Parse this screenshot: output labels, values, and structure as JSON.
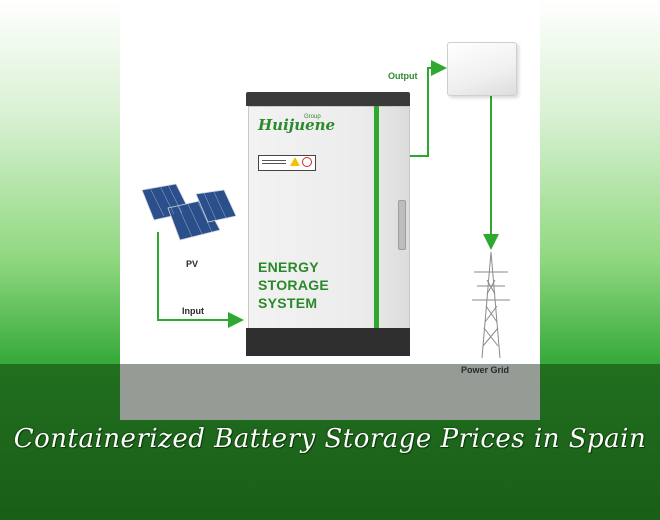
{
  "caption": "Containerized Battery Storage Prices in Spain",
  "diagram": {
    "label_output": "Output",
    "label_pv": "PV",
    "label_input": "Input",
    "label_power_grid": "Power Grid",
    "logo_text": "Huijuene",
    "logo_group": "Group",
    "cabinet_line1": "ENERGY",
    "cabinet_line2": "STORAGE",
    "cabinet_line3": "SYSTEM"
  },
  "colors": {
    "accent_green": "#2ea82e",
    "band_green": "#1f6b1d"
  }
}
